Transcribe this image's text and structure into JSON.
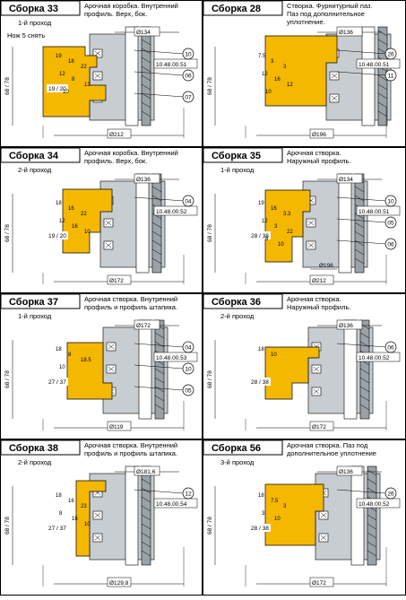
{
  "colors": {
    "wood": "#F5B800",
    "tool": "#C8CDD2",
    "tool_dark": "#9AA2A8",
    "line": "#000000"
  },
  "panels": [
    {
      "title": "Сборка 33",
      "desc": [
        "Арочная коробка. Внутренний",
        "профиль. Верх, бок."
      ],
      "pass": "1-й проход",
      "note": "Нож 5 снять",
      "code": "10.48.00.51",
      "top_dia": "Ø134",
      "bottom_dia": "Ø212",
      "dims": [
        "19",
        "18",
        "22",
        "12",
        "8",
        "13",
        "10",
        "19 / 20",
        "68 / 78"
      ],
      "callouts": [
        "10",
        "06",
        "07"
      ]
    },
    {
      "title": "Сборка 28",
      "desc": [
        "Створка. Фурнитурный паз.",
        "Паз под дополнительное",
        "уплотнение."
      ],
      "pass": "",
      "note": "",
      "code": "10.48.00.51",
      "top_dia": "Ø136",
      "bottom_dia": "Ø196",
      "dims": [
        "7.5",
        "3",
        "3",
        "12",
        "16",
        "12",
        "10",
        "68 / 78"
      ],
      "callouts": [
        "26",
        "11"
      ]
    },
    {
      "title": "Сборка 34",
      "desc": [
        "Арочная коробка. Внутренний",
        "профиль. Верх, бок."
      ],
      "pass": "2-й проход",
      "note": "",
      "code": "10.48.00.52",
      "top_dia": "Ø136",
      "bottom_dia": "Ø172",
      "dims": [
        "18",
        "16",
        "22",
        "12",
        "16",
        "10",
        "19 / 20",
        "68 / 78"
      ],
      "callouts": [
        "04"
      ]
    },
    {
      "title": "Сборка 35",
      "desc": [
        "Арочная створка.",
        "Наружный профиль."
      ],
      "pass": "1-й проход",
      "note": "",
      "code": "10.48.00.51",
      "top_dia": "Ø134",
      "bottom_dia": "Ø212",
      "mid_dia": "Ø196",
      "dims": [
        "19",
        "16",
        "3.3",
        "12",
        "3",
        "22",
        "8",
        "10",
        "28 / 38",
        "68 / 78"
      ],
      "callouts": [
        "10",
        "05",
        "06"
      ]
    },
    {
      "title": "Сборка 37",
      "desc": [
        "Арочная створка. Внутренний",
        "профиль и профиль штапика."
      ],
      "pass": "1-й проход",
      "note": "",
      "code": "10.48.00.53",
      "top_dia": "Ø172",
      "bottom_dia": "Ø119",
      "dims": [
        "18",
        "27 / 37",
        "8",
        "18.5",
        "10",
        "68 / 78"
      ],
      "callouts": [
        "04",
        "10",
        "05"
      ]
    },
    {
      "title": "Сборка 36",
      "desc": [
        "Арочная створка.",
        "Наружный профиль."
      ],
      "pass": "2-й проход",
      "note": "",
      "code": "10.48.00.52",
      "top_dia": "Ø136",
      "bottom_dia": "Ø172",
      "dims": [
        "18",
        "28 / 38",
        "10",
        "68 / 78"
      ],
      "callouts": [
        "06"
      ]
    },
    {
      "title": "Сборка 38",
      "desc": [
        "Арочная створка. Внутренний",
        "профиль и профиль штапика."
      ],
      "pass": "2-й проход",
      "note": "",
      "code": "10.48.00.54",
      "top_dia": "Ø181,6",
      "bottom_dia": "Ø129,8",
      "dims": [
        "18",
        "16",
        "27 / 37",
        "23",
        "8",
        "16",
        "10",
        "68 / 78"
      ],
      "callouts": [
        "12"
      ]
    },
    {
      "title": "Сборка 56",
      "desc": [
        "Арочная створка. Паз под",
        "дополнительное уплотнение"
      ],
      "pass": "3-й проход",
      "note": "",
      "code": "10.48.00.52",
      "top_dia": "Ø136",
      "bottom_dia": "Ø172",
      "dims": [
        "18",
        "7.5",
        "3",
        "3",
        "28 / 38",
        "10",
        "68 / 78"
      ],
      "callouts": [
        "26"
      ]
    }
  ]
}
